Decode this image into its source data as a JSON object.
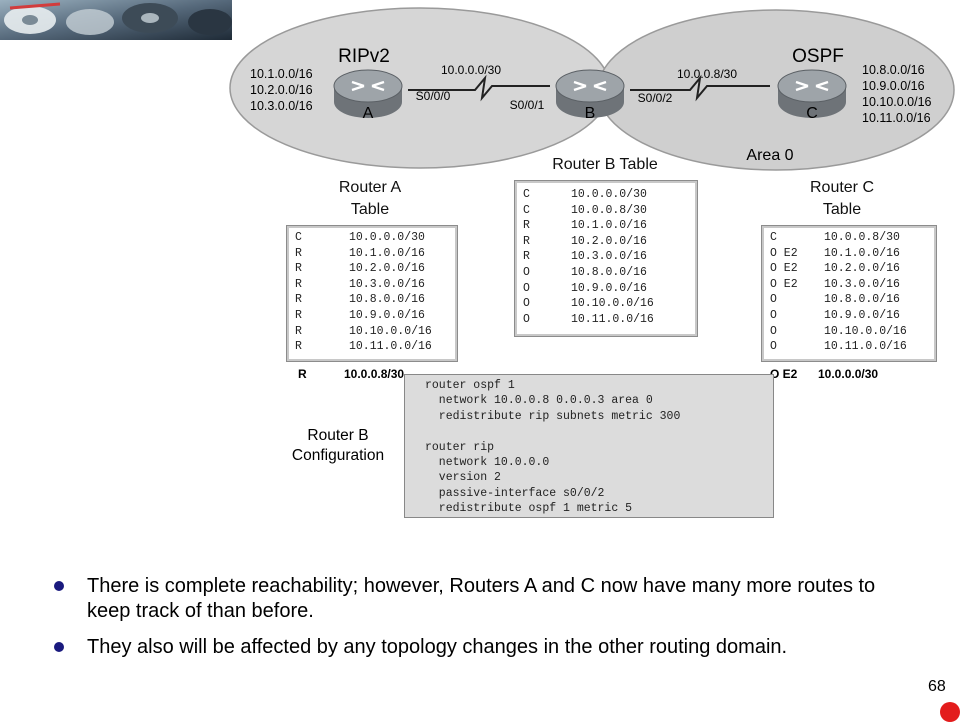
{
  "diagram": {
    "domain_left": "RIPv2",
    "domain_right": "OSPF",
    "area_label": "Area 0",
    "left_networks": [
      "10.1.0.0/16",
      "10.2.0.0/16",
      "10.3.0.0/16"
    ],
    "right_networks": [
      "10.8.0.0/16",
      "10.9.0.0/16",
      "10.10.0.0/16",
      "10.11.0.0/16"
    ],
    "link_ab": "10.0.0.0/30",
    "link_bc": "10.0.0.8/30",
    "router_a": "A",
    "router_b": "B",
    "router_c": "C",
    "iface_a": "S0/0/0",
    "iface_b1": "S0/0/1",
    "iface_b2": "S0/0/2"
  },
  "table_a": {
    "title": [
      "Router A",
      "Table"
    ],
    "rows": [
      {
        "code": "C",
        "net": "10.0.0.0/30"
      },
      {
        "code": "R",
        "net": "10.1.0.0/16"
      },
      {
        "code": "R",
        "net": "10.2.0.0/16"
      },
      {
        "code": "R",
        "net": "10.3.0.0/16"
      },
      {
        "code": "R",
        "net": "10.8.0.0/16"
      },
      {
        "code": "R",
        "net": "10.9.0.0/16"
      },
      {
        "code": "R",
        "net": "10.10.0.0/16"
      },
      {
        "code": "R",
        "net": "10.11.0.0/16"
      }
    ],
    "callout_code": "R",
    "callout_net": "10.0.0.8/30"
  },
  "table_b": {
    "title": "Router B Table",
    "rows": [
      {
        "code": "C",
        "net": "10.0.0.0/30"
      },
      {
        "code": "C",
        "net": "10.0.0.8/30"
      },
      {
        "code": "R",
        "net": "10.1.0.0/16"
      },
      {
        "code": "R",
        "net": "10.2.0.0/16"
      },
      {
        "code": "R",
        "net": "10.3.0.0/16"
      },
      {
        "code": "O",
        "net": "10.8.0.0/16"
      },
      {
        "code": "O",
        "net": "10.9.0.0/16"
      },
      {
        "code": "O",
        "net": "10.10.0.0/16"
      },
      {
        "code": "O",
        "net": "10.11.0.0/16"
      }
    ]
  },
  "table_c": {
    "title": [
      "Router C",
      "Table"
    ],
    "rows": [
      {
        "code": "C",
        "net": "10.0.0.8/30"
      },
      {
        "code": "O E2",
        "net": "10.1.0.0/16"
      },
      {
        "code": "O E2",
        "net": "10.2.0.0/16"
      },
      {
        "code": "O E2",
        "net": "10.3.0.0/16"
      },
      {
        "code": "O",
        "net": "10.8.0.0/16"
      },
      {
        "code": "O",
        "net": "10.9.0.0/16"
      },
      {
        "code": "O",
        "net": "10.10.0.0/16"
      },
      {
        "code": "O",
        "net": "10.11.0.0/16"
      }
    ],
    "callout_code": "O E2",
    "callout_net": "10.0.0.0/30"
  },
  "config": {
    "title": [
      "Router B",
      "Configuration"
    ],
    "lines": [
      "router ospf 1",
      "  network 10.0.0.8 0.0.0.3 area 0",
      "  redistribute rip subnets metric 300",
      "",
      "router rip",
      "  network 10.0.0.0",
      "  version 2",
      "  passive-interface s0/0/2",
      "  redistribute ospf 1 metric 5"
    ]
  },
  "bullets": [
    "There is complete reachability; however, Routers A and C now have many more routes to keep track of than before.",
    "They also will be affected by any topology changes in the other routing domain."
  ],
  "page_number": "68",
  "colors": {
    "bullet_dot": "#1a1a7e",
    "red_dot": "#e31c1c",
    "cloud_fill": "#d6d6d6",
    "config_bg": "#dcdcdc"
  },
  "icons": {
    "router": "router-icon",
    "corner": "corner-photo-decoration",
    "serial_link": "serial-link-zigzag"
  }
}
